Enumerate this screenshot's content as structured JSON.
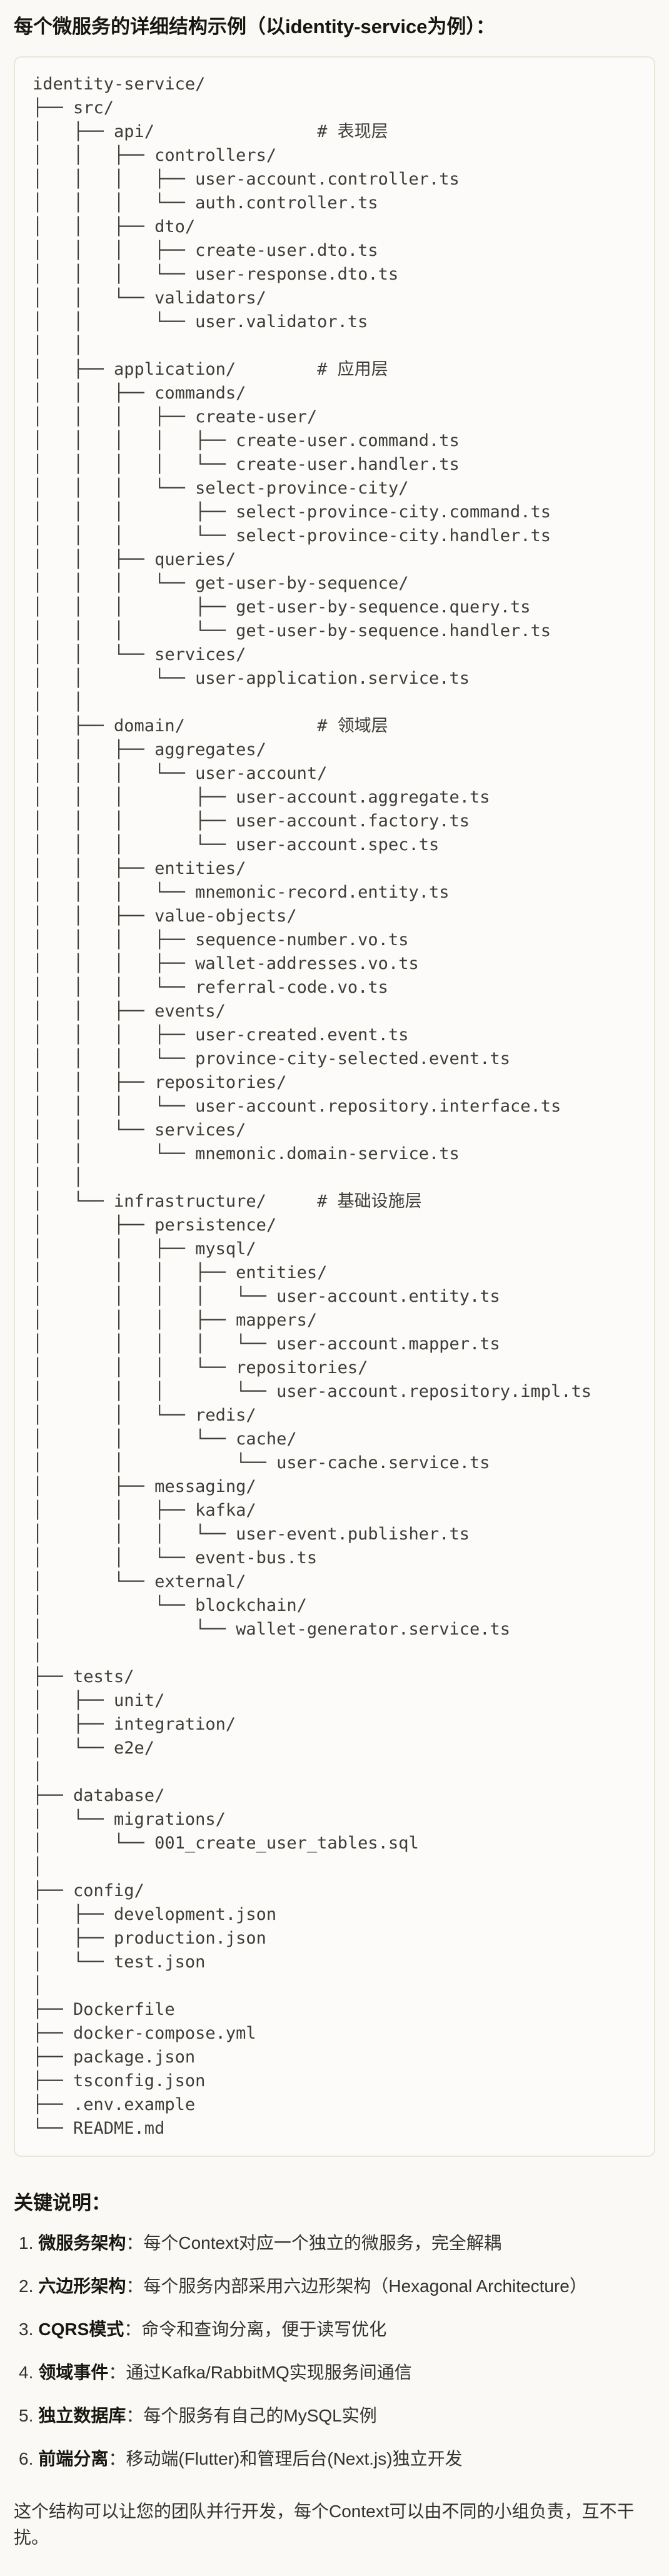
{
  "heading": "每个微服务的详细结构示例（以identity-service为例）：",
  "code_block": {
    "tree_lines": [
      "identity-service/",
      "├── src/",
      "│   ├── api/                # 表现层",
      "│   │   ├── controllers/",
      "│   │   │   ├── user-account.controller.ts",
      "│   │   │   └── auth.controller.ts",
      "│   │   ├── dto/",
      "│   │   │   ├── create-user.dto.ts",
      "│   │   │   └── user-response.dto.ts",
      "│   │   └── validators/",
      "│   │       └── user.validator.ts",
      "│   │",
      "│   ├── application/        # 应用层",
      "│   │   ├── commands/",
      "│   │   │   ├── create-user/",
      "│   │   │   │   ├── create-user.command.ts",
      "│   │   │   │   └── create-user.handler.ts",
      "│   │   │   └── select-province-city/",
      "│   │   │       ├── select-province-city.command.ts",
      "│   │   │       └── select-province-city.handler.ts",
      "│   │   ├── queries/",
      "│   │   │   └── get-user-by-sequence/",
      "│   │   │       ├── get-user-by-sequence.query.ts",
      "│   │   │       └── get-user-by-sequence.handler.ts",
      "│   │   └── services/",
      "│   │       └── user-application.service.ts",
      "│   │",
      "│   ├── domain/             # 领域层",
      "│   │   ├── aggregates/",
      "│   │   │   └── user-account/",
      "│   │   │       ├── user-account.aggregate.ts",
      "│   │   │       ├── user-account.factory.ts",
      "│   │   │       └── user-account.spec.ts",
      "│   │   ├── entities/",
      "│   │   │   └── mnemonic-record.entity.ts",
      "│   │   ├── value-objects/",
      "│   │   │   ├── sequence-number.vo.ts",
      "│   │   │   ├── wallet-addresses.vo.ts",
      "│   │   │   └── referral-code.vo.ts",
      "│   │   ├── events/",
      "│   │   │   ├── user-created.event.ts",
      "│   │   │   └── province-city-selected.event.ts",
      "│   │   ├── repositories/",
      "│   │   │   └── user-account.repository.interface.ts",
      "│   │   └── services/",
      "│   │       └── mnemonic.domain-service.ts",
      "│   │",
      "│   └── infrastructure/     # 基础设施层",
      "│       ├── persistence/",
      "│       │   ├── mysql/",
      "│       │   │   ├── entities/",
      "│       │   │   │   └── user-account.entity.ts",
      "│       │   │   ├── mappers/",
      "│       │   │   │   └── user-account.mapper.ts",
      "│       │   │   └── repositories/",
      "│       │   │       └── user-account.repository.impl.ts",
      "│       │   └── redis/",
      "│       │       └── cache/",
      "│       │           └── user-cache.service.ts",
      "│       ├── messaging/",
      "│       │   ├── kafka/",
      "│       │   │   └── user-event.publisher.ts",
      "│       │   └── event-bus.ts",
      "│       └── external/",
      "│           └── blockchain/",
      "│               └── wallet-generator.service.ts",
      "│",
      "├── tests/",
      "│   ├── unit/",
      "│   ├── integration/",
      "│   └── e2e/",
      "│",
      "├── database/",
      "│   └── migrations/",
      "│       └── 001_create_user_tables.sql",
      "│",
      "├── config/",
      "│   ├── development.json",
      "│   ├── production.json",
      "│   └── test.json",
      "│",
      "├── Dockerfile",
      "├── docker-compose.yml",
      "├── package.json",
      "├── tsconfig.json",
      "├── .env.example",
      "└── README.md"
    ]
  },
  "notes": {
    "heading": "关键说明：",
    "items": [
      {
        "num": "1.",
        "term": "微服务架构",
        "rest": "：每个Context对应一个独立的微服务，完全解耦"
      },
      {
        "num": "2.",
        "term": "六边形架构",
        "rest": "：每个服务内部采用六边形架构（Hexagonal Architecture）"
      },
      {
        "num": "3.",
        "term": "CQRS模式",
        "rest": "：命令和查询分离，便于读写优化"
      },
      {
        "num": "4.",
        "term": "领域事件",
        "rest": "：通过Kafka/RabbitMQ实现服务间通信"
      },
      {
        "num": "5.",
        "term": "独立数据库",
        "rest": "：每个服务有自己的MySQL实例"
      },
      {
        "num": "6.",
        "term": "前端分离",
        "rest": "：移动端(Flutter)和管理后台(Next.js)独立开发"
      }
    ],
    "footer": "这个结构可以让您的团队并行开发，每个Context可以由不同的小组负责，互不干扰。"
  }
}
